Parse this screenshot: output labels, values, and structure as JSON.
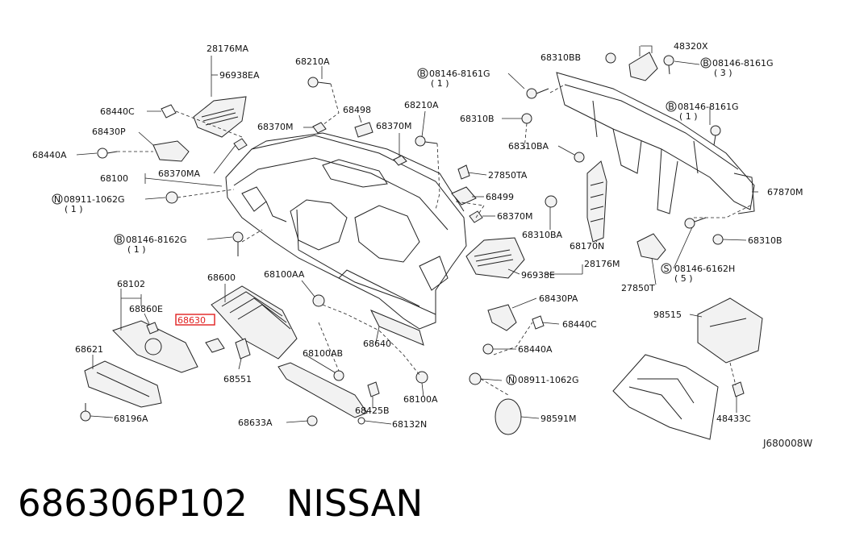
{
  "caption": {
    "part_number": "686306P102",
    "brand": "NISSAN"
  },
  "diagram_code": "J680008W",
  "highlighted_part": "68630",
  "labels": {
    "l_28176MA": "28176MA",
    "l_96938EA": "96938EA",
    "l_68210A_1": "68210A",
    "l_68440C_1": "68440C",
    "l_68430P": "68430P",
    "l_68440A_1": "68440A",
    "l_68100": "68100",
    "l_68370MA": "68370MA",
    "l_N08911_1": "08911-1062G",
    "l_N08911_1q": "( 1 )",
    "l_68498": "68498",
    "l_68370M_1": "68370M",
    "l_68370M_2": "68370M",
    "l_68210A_2": "68210A",
    "l_B08146_8162": "08146-8162G",
    "l_B08146_8162q": "( 1 )",
    "l_68102": "68102",
    "l_68860E": "68860E",
    "l_68630": "68630",
    "l_68600": "68600",
    "l_68100AA": "68100AA",
    "l_68621": "68621",
    "l_68551": "68551",
    "l_68196A": "68196A",
    "l_68100AB": "68100AB",
    "l_68640": "68640",
    "l_68633A": "68633A",
    "l_68425B": "68425B",
    "l_68132N": "68132N",
    "l_68100A": "68100A",
    "l_B08146_8161_1": "08146-8161G",
    "l_B08146_8161_1q": "( 1 )",
    "l_68310BB": "68310BB",
    "l_48320X": "48320X",
    "l_B08146_8161_2": "08146-8161G",
    "l_B08146_8161_2q": "( 3 )",
    "l_68310B_1": "68310B",
    "l_B08146_8161_3": "08146-8161G",
    "l_B08146_8161_3q": "( 1 )",
    "l_68310BA_1": "68310BA",
    "l_27850TA": "27850TA",
    "l_68499": "68499",
    "l_68370M_3": "68370M",
    "l_68310BA_2": "68310BA",
    "l_67870M": "67870M",
    "l_68170N": "68170N",
    "l_68310B_2": "68310B",
    "l_28176M": "28176M",
    "l_96938E": "96938E",
    "l_27850T": "27850T",
    "l_S08146_6162": "08146-6162H",
    "l_S08146_6162q": "( 5 )",
    "l_68430PA": "68430PA",
    "l_68440C_2": "68440C",
    "l_68440A_2": "68440A",
    "l_N08911_2": "08911-1062G",
    "l_98591M": "98591M",
    "l_98515": "98515",
    "l_48433C": "48433C"
  },
  "circled_prefixes": {
    "bolt": "B",
    "nut": "N",
    "screw": "S"
  }
}
